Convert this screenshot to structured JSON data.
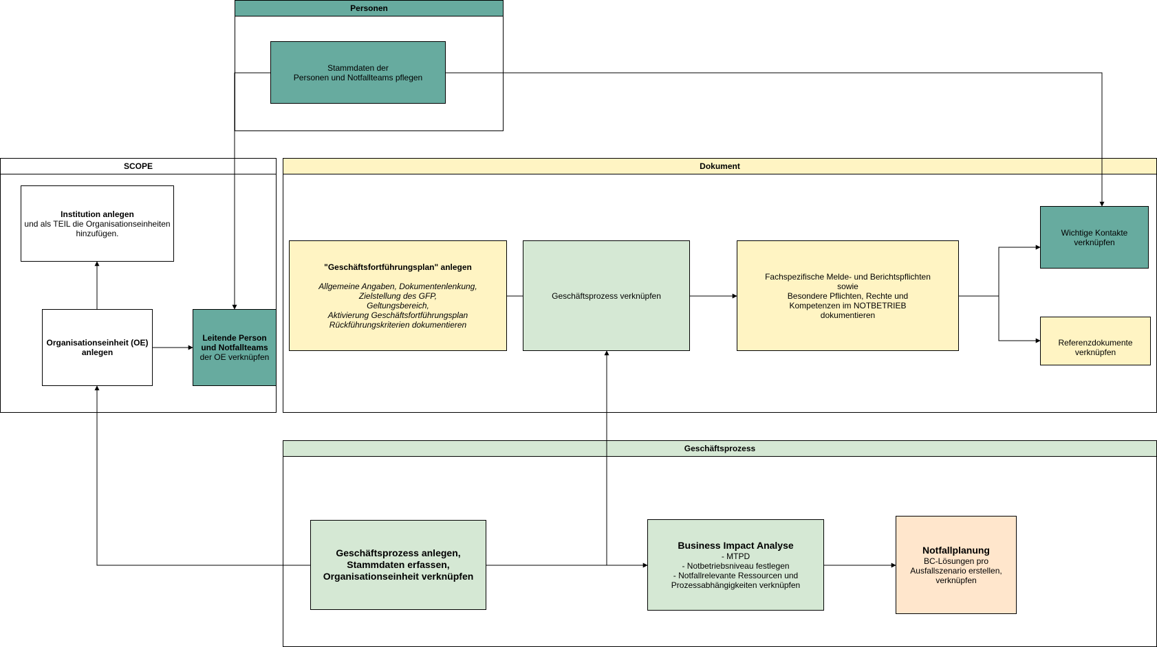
{
  "lanes": {
    "personen": "Personen",
    "scope": "SCOPE",
    "dokument": "Dokument",
    "geschaeftsprozess": "Geschäftsprozess"
  },
  "nodes": {
    "stammdaten": {
      "line1": "Stammdaten der",
      "line2": "Personen und Notfallteams pflegen"
    },
    "institution": {
      "title": "Institution anlegen",
      "line1": "und als TEIL die Organisationseinheiten",
      "line2": "hinzufügen."
    },
    "oe": {
      "line1": "Organisationseinheit (OE)",
      "line2": "anlegen"
    },
    "leitende": {
      "line1": "Leitende Person",
      "line2": "und Notfallteams",
      "line3": "der OE verknüpfen"
    },
    "gfp": {
      "title": "\"Geschäftsfortführungsplan\" anlegen",
      "lines": [
        "Allgemeine Angaben, Dokumentenlenkung,",
        "Zielstellung des GFP,",
        "Geltungsbereich,",
        "Aktivierung Geschäftsfortführungsplan",
        "Rückführungskriterien dokumentieren"
      ]
    },
    "gp_verknuepfen": {
      "label": "Geschäftsprozess verknüpfen"
    },
    "fachspezifisch": {
      "lines": [
        "Fachspezifische Melde- und Berichtspflichten",
        "sowie",
        "Besondere Pflichten, Rechte und",
        "Kompetenzen im NOTBETRIEB",
        "dokumentieren"
      ]
    },
    "kontakte": {
      "line1": "Wichtige Kontakte",
      "line2": "verknüpfen"
    },
    "referenz": {
      "line1": "Referenzdokumente",
      "line2": "verknüpfen"
    },
    "gp_anlegen": {
      "line1": "Geschäftsprozess anlegen,",
      "line2": "Stammdaten erfassen,",
      "line3": "Organisationseinheit verknüpfen"
    },
    "bia": {
      "title": "Business Impact Analyse",
      "lines": [
        "- MTPD",
        "- Notbetriebsniveau festlegen",
        "- Notfallrelevante Ressourcen und",
        "Prozessabhängigkeiten verknüpfen"
      ]
    },
    "notfall": {
      "title": "Notfallplanung",
      "lines": [
        "BC-Lösungen pro",
        "Ausfallszenario erstellen,",
        "verknüpfen"
      ]
    }
  },
  "colors": {
    "teal": "#67AB9F",
    "yellow": "#FFF4C3",
    "green": "#D5E8D4",
    "orange": "#FFE6CC"
  }
}
